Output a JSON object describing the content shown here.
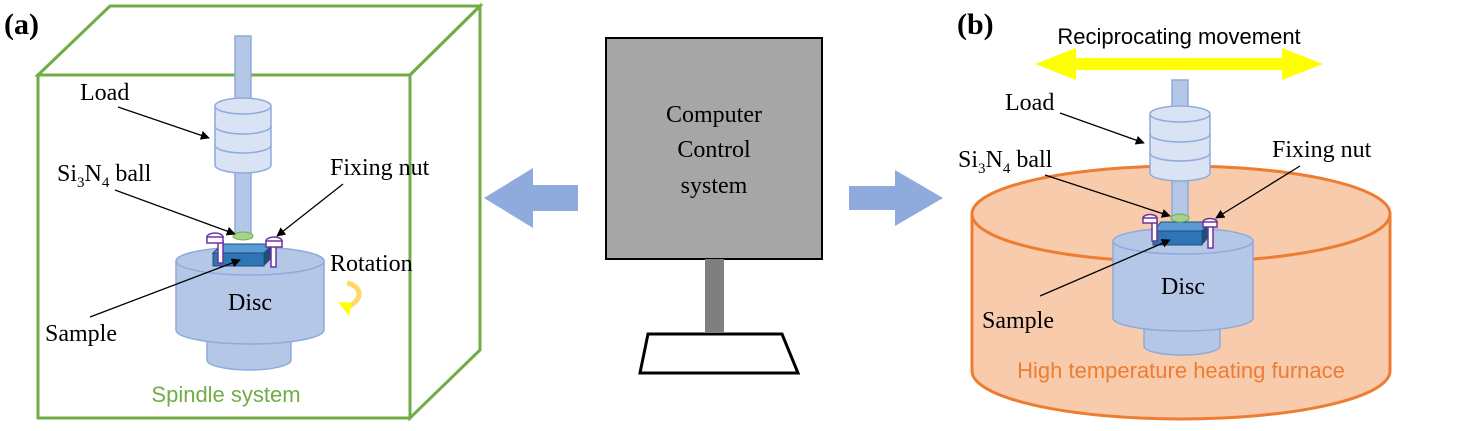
{
  "panel_a": {
    "tag": "(a)",
    "load_label": "Load",
    "ball_label_main": "Si",
    "ball_sub_1": "3",
    "ball_mid": "N",
    "ball_sub_2": "4",
    "ball_tail": " ball",
    "fixing_nut_label": "Fixing nut",
    "rotation_label": "Rotation",
    "disc_label": "Disc",
    "sample_label": "Sample",
    "system_label": "Spindle system"
  },
  "computer": {
    "line1": "Computer",
    "line2": "Control",
    "line3": "system"
  },
  "panel_b": {
    "tag": "(b)",
    "movement_label": "Reciprocating movement",
    "load_label": "Load",
    "ball_label_main": "Si",
    "ball_sub_1": "3",
    "ball_mid": "N",
    "ball_sub_2": "4",
    "ball_tail": " ball",
    "fixing_nut_label": "Fixing nut",
    "disc_label": "Disc",
    "sample_label": "Sample",
    "furnace_label": "High temperature heating furnace"
  },
  "colors": {
    "box_green": "#70ad47",
    "furnace_orange": "#ed7d31",
    "furnace_fill": "#f8cbad",
    "disc_blue": "#b4c7e7",
    "disc_stroke": "#8faadc",
    "sample_blue": "#2e75b6",
    "arrow_blue": "#8faadc",
    "monitor_gray": "#a6a6a6",
    "stand_gray": "#7f7f7f",
    "yellow": "#ffff00",
    "nut_purple": "#7030a0"
  }
}
